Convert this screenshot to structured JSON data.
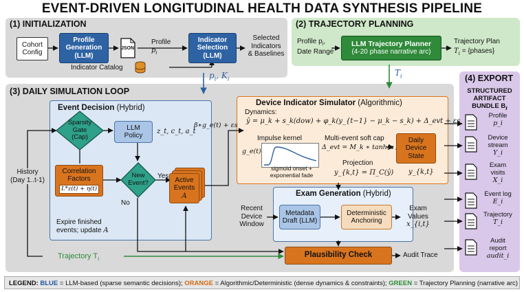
{
  "title": "EVENT-DRIVEN LONGITUDINAL HEALTH DATA SYNTHESIS PIPELINE",
  "init": {
    "title": "(1) INITIALIZATION",
    "cohort": "Cohort\nConfig",
    "profile_gen": "Profile\nGeneration\n(LLM)",
    "json": "JSON",
    "profile_lbl": "Profile",
    "profile_sym": "p",
    "profile_sub": "i",
    "indicator_sel": "Indicator\nSelection\n(LLM)",
    "selected": "Selected\nIndicators\n& Baselines",
    "catalog": "Indicator Catalog"
  },
  "traj": {
    "title": "(2) TRAJECTORY PLANNING",
    "input1": "Profile p",
    "input1_sub": "i",
    "input2": "Date Range",
    "planner_title": "LLM Trajectory Planner",
    "planner_sub": "(4-20 phase narrative arc)",
    "output_lbl": "Trajectory Plan",
    "output_formula": "T",
    "output_formula_sub": "i",
    "output_formula_rest": " = {phases}",
    "ti": "T",
    "ti_sub": "i"
  },
  "pk_label": "p",
  "pk_label_rest": ", K",
  "pk_sub1": "i",
  "pk_sub2": "i",
  "loop": {
    "title": "(3) DAILY SIMULATION LOOP",
    "history": "History\n(Day 1..t-1)",
    "trajectory": "Trajectory T",
    "trajectory_sub": "i",
    "event_decision": {
      "title": "Event Decision",
      "title_suffix": " (Hybrid)",
      "sparsity": "Sparsity\nGate\n(Cap)",
      "llm_policy": "LLM\nPolicy",
      "zct": "z",
      "zct_full": "z_t, c_t, a_t",
      "correlation": "Correlation\nFactors",
      "corr_formula": "L*z(t) + η(t)",
      "new_event": "New\nEvent?",
      "yes": "Yes",
      "no": "No",
      "active": "Active\nEvents",
      "active_sym": "A",
      "expire": "Expire finished\nevents; update ",
      "expire_sym": "A"
    },
    "beta_formula": "β∗g_e(t) + εs",
    "device": {
      "title": "Device Indicator Simulator",
      "title_suffix": " (Algorithmic)",
      "dynamics": "Dynamics:",
      "equation": "ŷ = μ_k + s_k(dow) + φ_k(y_{t−1} − μ_k − s_k) + Δ_evt + εs",
      "impulse": "Impulse kernel",
      "ge": "g_e(t)",
      "sigmoid": "sigmoid onset +\nexponential fade",
      "softcap": "Multi-event soft cap",
      "softcap_eq": "Δ_evt = M_k ∗ tanh(u / M_k)",
      "projection": "Projection",
      "projection_eq": "y_{k,t} = Π_C(ŷ)",
      "daily_state": "Daily\nDevice\nState",
      "ykt": "y_{k,t}"
    },
    "exam": {
      "title": "Exam Generation",
      "title_suffix": " (Hybrid)",
      "recent": "Recent\nDevice\nWindow",
      "metadata": "Metadata\nDraft (LLM)",
      "deterministic": "Deterministic\nAnchoring",
      "exam_values": "Exam\nValues",
      "exam_sym": "x_{i,t}"
    },
    "plausibility": "Plausibility Check",
    "audit": "Audit Trace"
  },
  "export": {
    "title": "(4) EXPORT",
    "bundle": "STRUCTURED\nARTIFACT\nBUNDLE B",
    "bundle_sub": "i",
    "items": [
      {
        "label": "Profile",
        "sym": "p_i"
      },
      {
        "label": "Device\nstream",
        "sym": "Y_i"
      },
      {
        "label": "Exam\nvisits",
        "sym": "X_i"
      },
      {
        "label": "Event log",
        "sym": "E_i"
      },
      {
        "label": "Trajectory",
        "sym": "T_i"
      },
      {
        "label": "Audit\nreport",
        "sym": "audit_i"
      }
    ]
  },
  "legend": {
    "prefix": "LEGEND: ",
    "blue": "BLUE",
    "blue_desc": " = LLM-based (sparse semantic decisions); ",
    "orange": "ORANGE",
    "orange_desc": " = Algorithmic/Deterministic (dense dynamics & constraints); ",
    "green": "GREEN",
    "green_desc": " = Trajectory Planning (narrative arc)"
  },
  "colors": {
    "llm_blue": "#2e63a3",
    "light_blue": "#aac5e6",
    "algo_orange": "#d9741e",
    "light_orange": "#f6dcbf",
    "traj_green": "#2f8a3a",
    "panel_green": "#cfe8c9",
    "panel_gray": "#d9d9d9",
    "panel_purple": "#d9c8ea"
  }
}
